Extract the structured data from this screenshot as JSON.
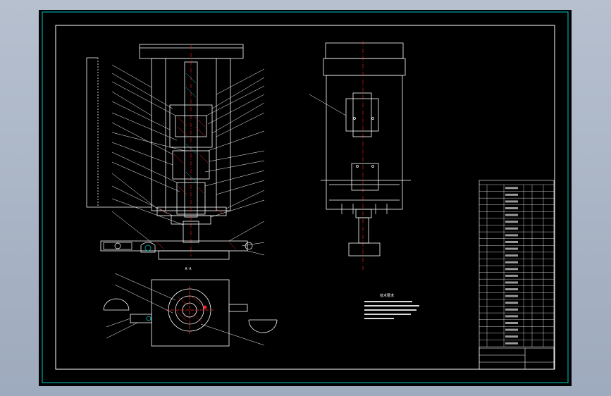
{
  "drawing": {
    "section_label": "A-A",
    "tech_notes_title": "技术要求",
    "tech_notes": [
      "",
      "",
      "",
      "",
      ""
    ],
    "colors": {
      "background": "#000000",
      "frame": "#ffffff",
      "outer_border": "#00c8c8",
      "accent_red": "#ff2020",
      "accent_cyan": "#00c8c8",
      "viewport_bg": "#a9b4c4"
    }
  },
  "title_block": {
    "heading": "",
    "rows": 24
  }
}
